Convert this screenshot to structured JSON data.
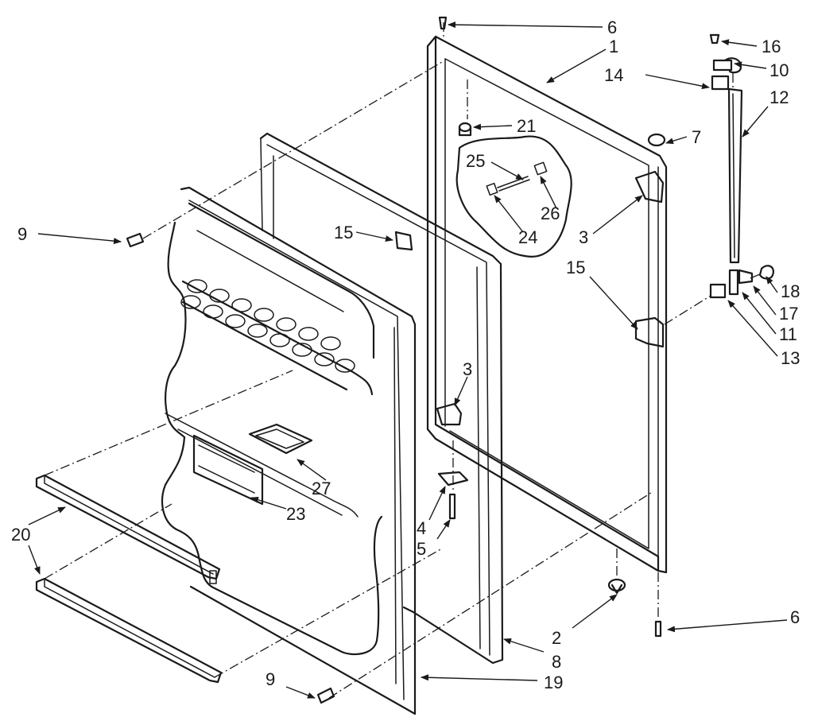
{
  "callouts": [
    {
      "id": "c6-top",
      "text": "6"
    },
    {
      "id": "c1",
      "text": "1"
    },
    {
      "id": "c16",
      "text": "16"
    },
    {
      "id": "c14",
      "text": "14"
    },
    {
      "id": "c10",
      "text": "10"
    },
    {
      "id": "c12",
      "text": "12"
    },
    {
      "id": "c21",
      "text": "21"
    },
    {
      "id": "c7",
      "text": "7"
    },
    {
      "id": "c25",
      "text": "25"
    },
    {
      "id": "c26",
      "text": "26"
    },
    {
      "id": "c24",
      "text": "24"
    },
    {
      "id": "c3-right",
      "text": "3"
    },
    {
      "id": "c9-top",
      "text": "9"
    },
    {
      "id": "c15-left",
      "text": "15"
    },
    {
      "id": "c15-right",
      "text": "15"
    },
    {
      "id": "c18",
      "text": "18"
    },
    {
      "id": "c17",
      "text": "17"
    },
    {
      "id": "c11",
      "text": "11"
    },
    {
      "id": "c13",
      "text": "13"
    },
    {
      "id": "c3-mid",
      "text": "3"
    },
    {
      "id": "c27",
      "text": "27"
    },
    {
      "id": "c23",
      "text": "23"
    },
    {
      "id": "c4",
      "text": "4"
    },
    {
      "id": "c5",
      "text": "5"
    },
    {
      "id": "c20",
      "text": "20"
    },
    {
      "id": "c2",
      "text": "2"
    },
    {
      "id": "c6-bottom",
      "text": "6"
    },
    {
      "id": "c8",
      "text": "8"
    },
    {
      "id": "c9-bottom",
      "text": "9"
    },
    {
      "id": "c19",
      "text": "19"
    }
  ]
}
